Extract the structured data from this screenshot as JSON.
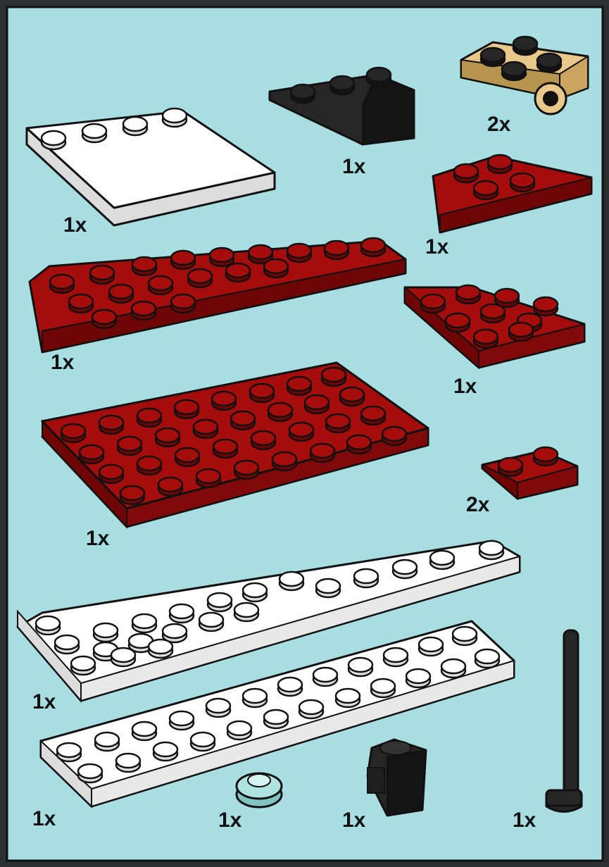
{
  "page": {
    "background_color": "#a8dde2",
    "frame_color": "#2b2f31",
    "outline_color": "#111111"
  },
  "colors": {
    "white": "#ffffff",
    "white_side": "#dcdcdc",
    "dark_red": "#a50d0d",
    "dark_red_side": "#6f0606",
    "black": "#262626",
    "black_side": "#141414",
    "tan": "#e9c98a",
    "tan_side": "#b8954f",
    "trans_light_blue": "#aee3df"
  },
  "parts": [
    {
      "id": "white-plate-4x4-quarter-round",
      "icon": "white-plate-4x4-icon",
      "color": "white",
      "qty": "1x"
    },
    {
      "id": "black-inverted-slope-1x4",
      "icon": "black-inverted-slope-icon",
      "color": "black",
      "qty": "1x"
    },
    {
      "id": "tan-plate-2x2-with-pin-hole",
      "icon": "tan-plate-pin-hole-icon",
      "color": "tan",
      "qty": "2x"
    },
    {
      "id": "red-wedge-plate-3x3",
      "icon": "red-wedge-plate-small-icon",
      "color": "dark_red",
      "qty": "1x"
    },
    {
      "id": "red-wedge-plate-4x10",
      "icon": "red-wedge-plate-long-icon",
      "color": "dark_red",
      "qty": "1x"
    },
    {
      "id": "red-plate-3x4-angled",
      "icon": "red-plate-3x4-icon",
      "color": "dark_red",
      "qty": "1x"
    },
    {
      "id": "red-plate-4x10",
      "icon": "red-plate-4x10-icon",
      "color": "dark_red",
      "qty": "1x"
    },
    {
      "id": "red-plate-1x2",
      "icon": "red-plate-1x2-icon",
      "color": "dark_red",
      "qty": "2x"
    },
    {
      "id": "white-wedge-plate-3x12",
      "icon": "white-wedge-plate-icon",
      "color": "white",
      "qty": "1x"
    },
    {
      "id": "white-plate-2x12",
      "icon": "white-plate-2x12-icon",
      "color": "white",
      "qty": "1x"
    },
    {
      "id": "trans-light-blue-round-plate-1x1",
      "icon": "trans-round-plate-icon",
      "color": "trans_light_blue",
      "qty": "1x"
    },
    {
      "id": "black-brick-1x1-with-clip",
      "icon": "black-clip-brick-icon",
      "color": "black",
      "qty": "1x"
    },
    {
      "id": "black-antenna",
      "icon": "black-antenna-icon",
      "color": "black",
      "qty": "1x"
    }
  ]
}
